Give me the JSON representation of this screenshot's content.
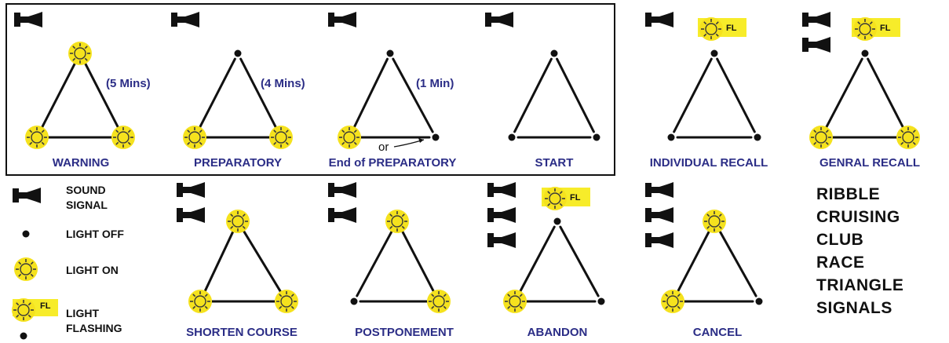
{
  "colors": {
    "caption": "#2b2d86",
    "light_fill": "#f5e21e",
    "light_ray": "#3a3a3a",
    "fl_badge": "#f7ec2a",
    "ink": "#111111"
  },
  "panels": [
    {
      "id": "warning",
      "label": "WARNING",
      "note": "(5 Mins)",
      "horns": 1,
      "flashing": false,
      "lights": {
        "top": "on",
        "left": "on",
        "right": "on"
      }
    },
    {
      "id": "preparatory",
      "label": "PREPARATORY",
      "note": "(4 Mins)",
      "horns": 1,
      "flashing": false,
      "lights": {
        "top": "off",
        "left": "on",
        "right": "on"
      }
    },
    {
      "id": "end-of-preparatory",
      "label": "End of PREPARATORY",
      "note": "(1 Min)",
      "or_text": "or",
      "horns": 1,
      "flashing": false,
      "lights": {
        "top": "off",
        "left": "on",
        "right": "off"
      }
    },
    {
      "id": "start",
      "label": "START",
      "note": "",
      "horns": 1,
      "flashing": false,
      "lights": {
        "top": "off",
        "left": "off",
        "right": "off"
      }
    },
    {
      "id": "individual-recall",
      "label": "INDIVIDUAL RECALL",
      "note": "",
      "horns": 1,
      "flashing": true,
      "lights": {
        "top": "off",
        "left": "off",
        "right": "off"
      }
    },
    {
      "id": "general-recall",
      "label": "GENRAL RECALL",
      "note": "",
      "horns": 2,
      "flashing": true,
      "lights": {
        "top": "off",
        "left": "on",
        "right": "on"
      }
    },
    {
      "id": "shorten-course",
      "label": "SHORTEN COURSE",
      "note": "",
      "horns": 2,
      "flashing": false,
      "lights": {
        "top": "on",
        "left": "on",
        "right": "on"
      }
    },
    {
      "id": "postponement",
      "label": "POSTPONEMENT",
      "note": "",
      "horns": 2,
      "flashing": false,
      "lights": {
        "top": "on",
        "left": "off",
        "right": "on"
      }
    },
    {
      "id": "abandon",
      "label": "ABANDON",
      "note": "",
      "horns": 3,
      "flashing": true,
      "lights": {
        "top": "off",
        "left": "on",
        "right": "off"
      }
    },
    {
      "id": "cancel",
      "label": "CANCEL",
      "note": "",
      "horns": 3,
      "flashing": false,
      "lights": {
        "top": "on",
        "left": "on",
        "right": "off"
      }
    }
  ],
  "flashing_badge": "FL",
  "legend": {
    "sound_signal": [
      "SOUND",
      "SIGNAL"
    ],
    "light_off": "LIGHT OFF",
    "light_on": "LIGHT ON",
    "light_flashing": [
      "LIGHT",
      "FLASHING"
    ],
    "fl_badge": "FL"
  },
  "title": [
    "RIBBLE",
    "CRUISING",
    "CLUB",
    "RACE",
    "TRIANGLE",
    "SIGNALS"
  ]
}
